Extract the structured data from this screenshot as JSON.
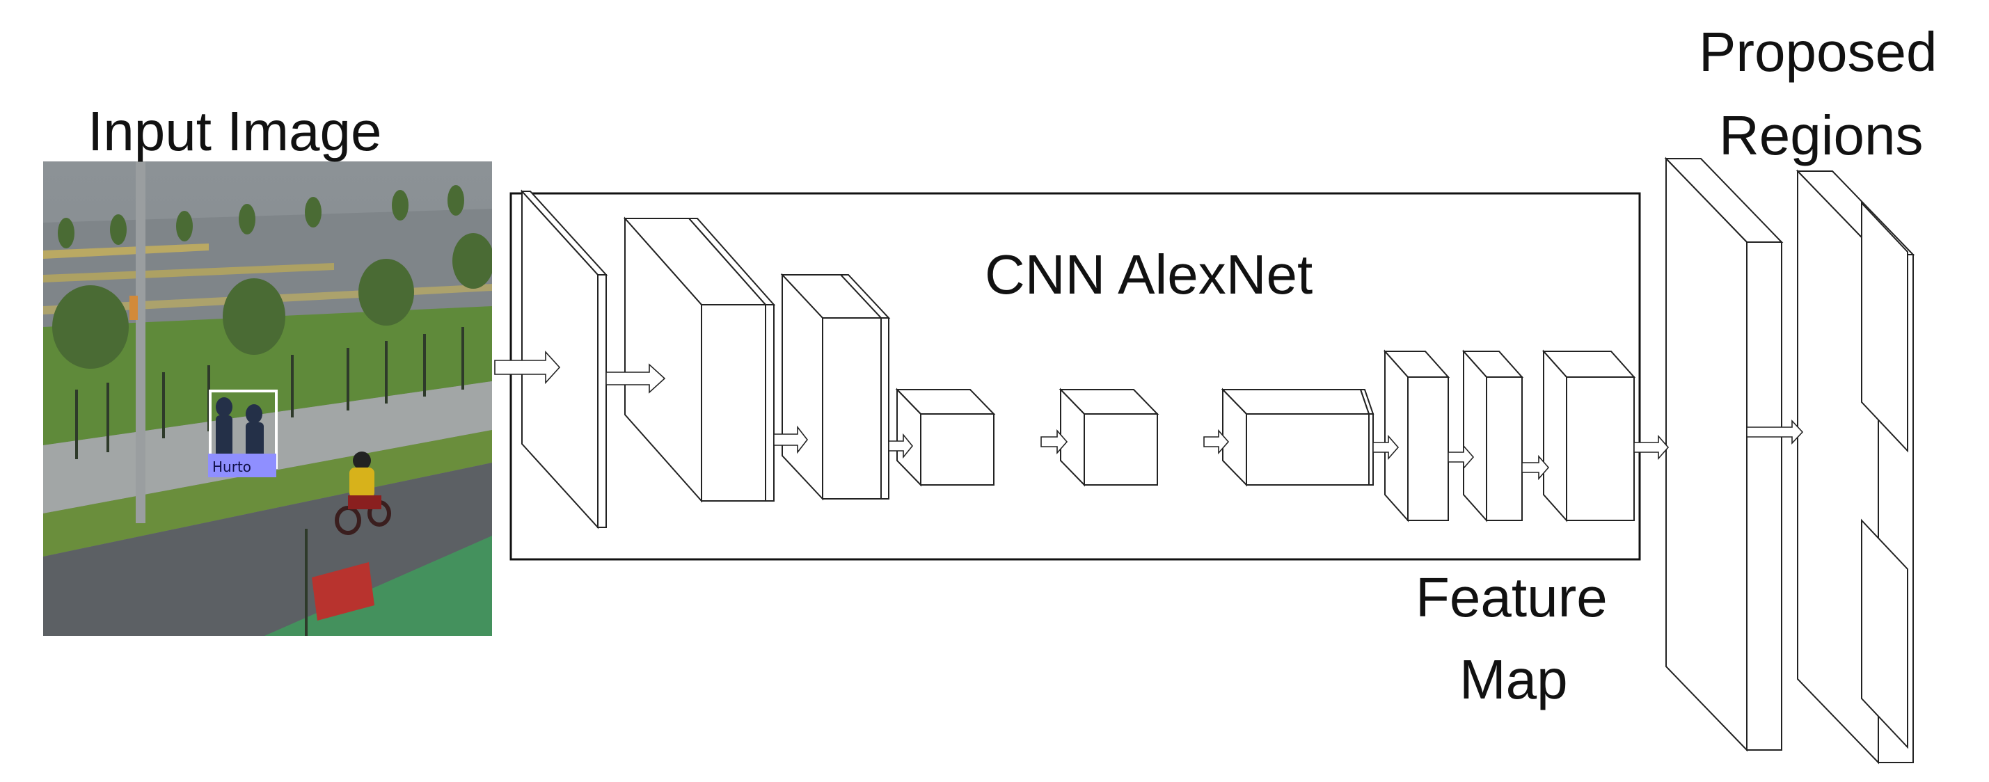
{
  "labels": {
    "input_image": "Input Image",
    "cnn": "CNN AlexNet",
    "feature_map_line1": "Feature",
    "feature_map_line2": "Map",
    "proposed_line1": "Proposed",
    "proposed_line2": "Regions"
  },
  "photo": {
    "detection_label": "Hurto",
    "box_color": "#8f8fff"
  },
  "colors": {
    "stroke": "#222222",
    "text": "#111111"
  }
}
